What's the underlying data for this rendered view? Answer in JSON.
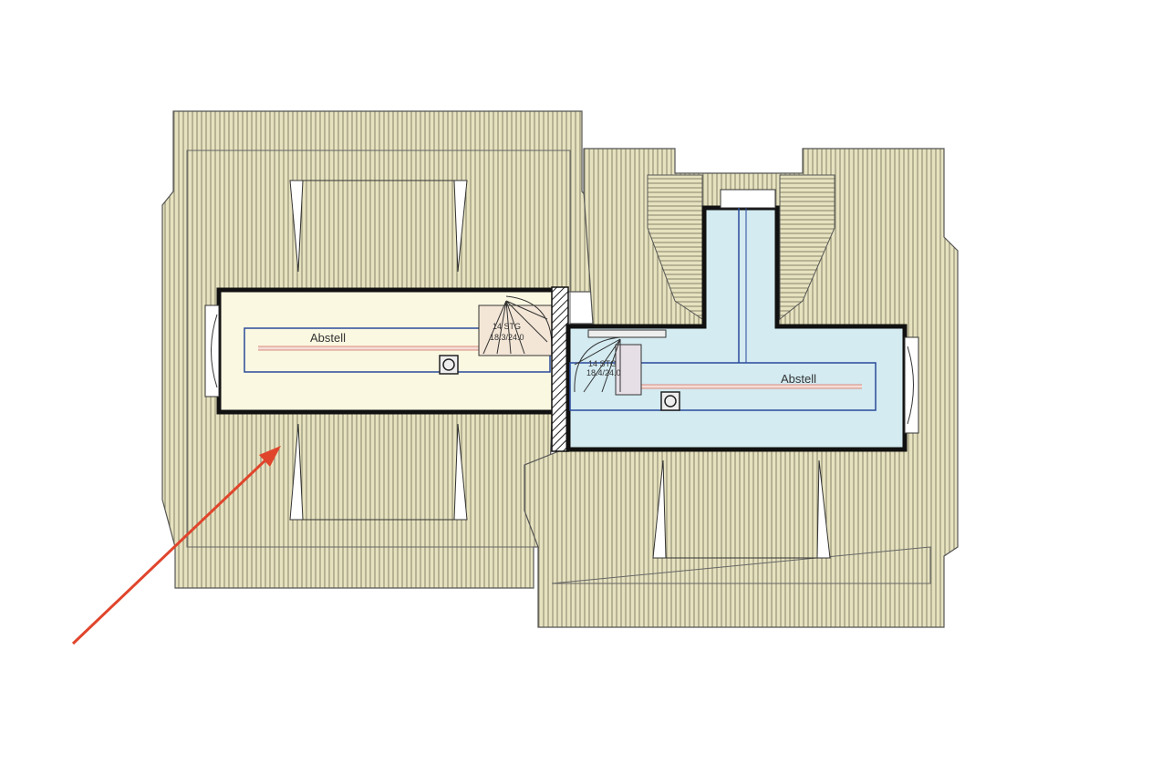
{
  "plan": {
    "left_room": {
      "label": "Abstell",
      "stair": "14 STG",
      "stair_ratio": "18.3/24.0"
    },
    "right_room": {
      "label": "Abstell",
      "stair": "14 STG",
      "stair_ratio": "18.4/24.0"
    }
  },
  "colors": {
    "roof": "#e6e2bf",
    "roof_lines": "#6b6a55",
    "left_room": "#fbf8e1",
    "right_room": "#d3ebf1",
    "arrow": "#e0452c"
  }
}
